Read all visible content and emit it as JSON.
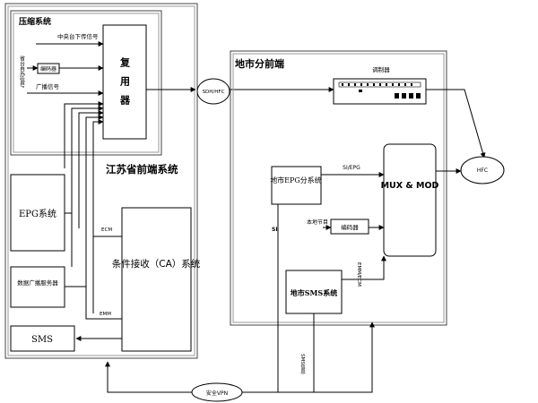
{
  "labels": {
    "compression_system": "压缩系统",
    "central_station_signal": "中央台下传信号",
    "provincial_signal": "省台自办信号",
    "encoder_left": "编码器",
    "broadcast_signal": "广播信号",
    "mux_left": "复用器",
    "jiangsu_frontend": "江苏省前端系统",
    "epg_system": "EPG系统",
    "data_broadcast_server": "数据广播服务器",
    "ca_system": "条件接收（CA）系统",
    "sms": "SMS",
    "ecm": "ECM",
    "emm_left": "EMM",
    "sdh_hfc": "SDH/HFC",
    "city_frontend": "地市分前端",
    "modulator": "调制器",
    "city_epg": "地市EPG分系统",
    "si_epg": "SI/EPG",
    "si": "SI",
    "local_program": "本地节目",
    "encoder_right": "编码器",
    "mux_right": "MUX & MOD",
    "emm_ecm": "EMM/ECM",
    "city_sms": "地市SMS系统",
    "sms_info": "SMS信息",
    "hfc": "HFC",
    "secure_channel": "安全VPN"
  }
}
